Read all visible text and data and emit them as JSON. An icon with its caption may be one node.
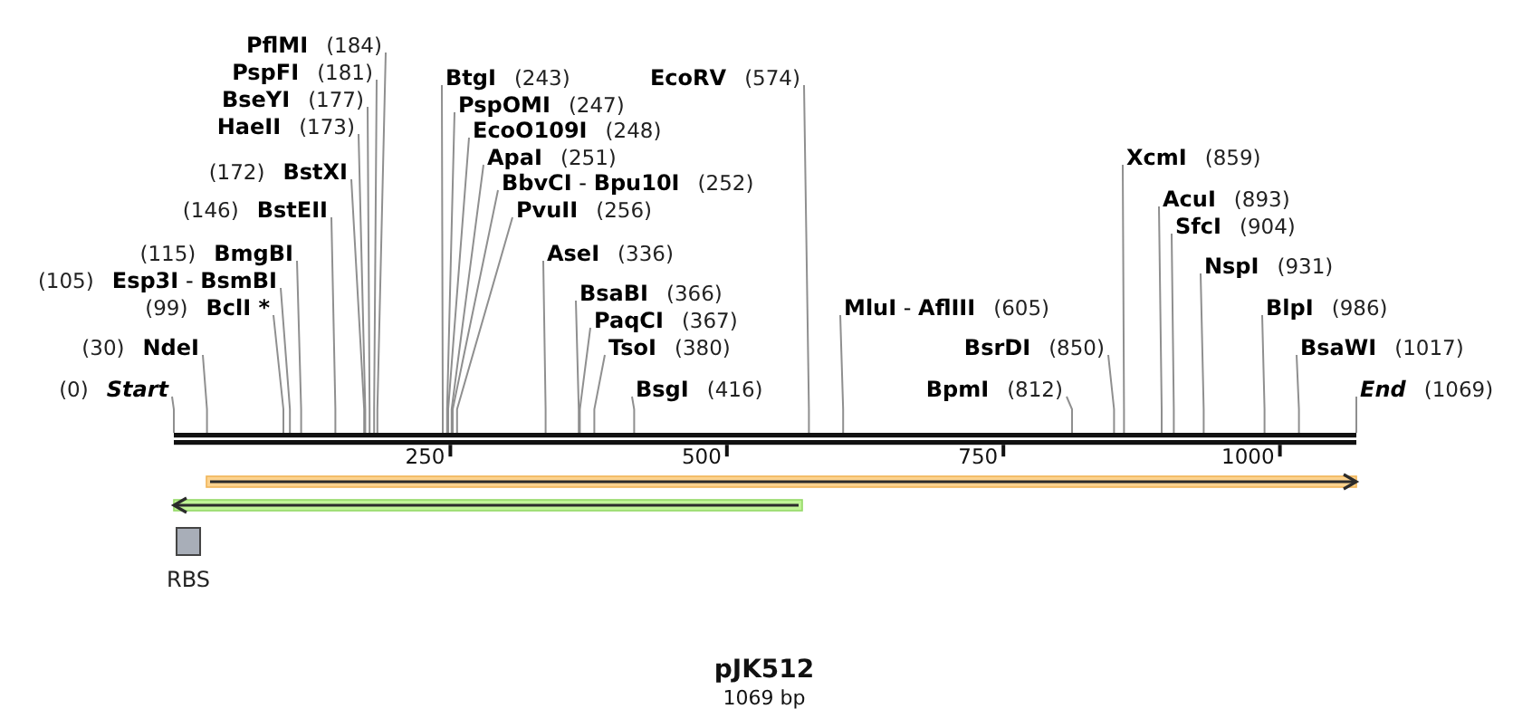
{
  "diagram": {
    "title": "pJK512",
    "caption": "1069 bp",
    "nodes": [
      {
        "text": [
          "(0)",
          "Start"
        ]
      },
      {
        "text": [
          "(30)",
          "NdeI"
        ]
      },
      {
        "text": [
          "(99)",
          "BclI *"
        ]
      },
      {
        "text": [
          "(105)",
          "**Esp3I** - **BsmBI**"
        ]
      },
      {
        "text": [
          "(115)",
          "BmgBI"
        ]
      },
      {
        "text": [
          "(146)",
          "BstEII"
        ]
      },
      {
        "text": [
          "(172)",
          "BstXI"
        ]
      },
      {
        "text": [
          "HaeII",
          "(173)"
        ]
      },
      {
        "text": [
          "BseYI",
          "(177)"
        ]
      },
      {
        "text": [
          "PspFI",
          "(181)"
        ]
      },
      {
        "text": [
          "PflMI",
          "(184)"
        ]
      },
      {
        "text": [
          "BtgI",
          "(243)"
        ]
      },
      {
        "text": [
          "PspOMI",
          "(247)"
        ]
      },
      {
        "text": [
          "EcoO109I",
          "(248)"
        ]
      },
      {
        "text": [
          "ApaI",
          "(251)"
        ]
      },
      {
        "text": [
          "**BbvCI** - **Bpu10I**",
          "(252)"
        ]
      },
      {
        "text": [
          "PvuII",
          "(256)"
        ]
      },
      {
        "text": [
          "AseI",
          "(336)"
        ]
      },
      {
        "text": [
          "BsaBI",
          "(366)"
        ]
      },
      {
        "text": [
          "PaqCI",
          "(367)"
        ]
      },
      {
        "text": [
          "TsoI",
          "(380)"
        ]
      },
      {
        "text": [
          "BsgI",
          "(416)"
        ]
      },
      {
        "text": [
          "EcoRV",
          "(574)"
        ]
      },
      {
        "text": [
          "**MluI** - **AflIII**",
          "(605)"
        ]
      },
      {
        "text": [
          "BpmI",
          "(812)"
        ]
      },
      {
        "text": [
          "BsrDI",
          "(850)"
        ]
      },
      {
        "text": [
          "XcmI",
          "(859)"
        ]
      },
      {
        "text": [
          "AcuI",
          "(893)"
        ]
      },
      {
        "text": [
          "SfcI",
          "(904)"
        ]
      },
      {
        "text": [
          "NspI",
          "(931)"
        ]
      },
      {
        "text": [
          "BlpI",
          "(986)"
        ]
      },
      {
        "text": [
          "BsaWI",
          "(1017)"
        ]
      },
      {
        "text": [
          "End",
          "(1069)"
        ]
      },
      {
        "text": [],
        "shape": "bar"
      },
      {
        "text": [],
        "shape": "arrow"
      },
      {
        "text": [],
        "shape": "arrow"
      },
      {
        "text": [
          "RBS"
        ]
      }
    ],
    "edges": [
      {
        "from": 0,
        "to": 33,
        "arrow": "none"
      },
      {
        "from": 1,
        "to": 33,
        "arrow": "none"
      },
      {
        "from": 2,
        "to": 33,
        "arrow": "none"
      },
      {
        "from": 3,
        "to": 33,
        "arrow": "none"
      },
      {
        "from": 4,
        "to": 33,
        "arrow": "none"
      },
      {
        "from": 5,
        "to": 33,
        "arrow": "none"
      },
      {
        "from": 6,
        "to": 33,
        "arrow": "none"
      },
      {
        "from": 7,
        "to": 33,
        "arrow": "none"
      },
      {
        "from": 8,
        "to": 33,
        "arrow": "none"
      },
      {
        "from": 9,
        "to": 33,
        "arrow": "none"
      },
      {
        "from": 10,
        "to": 33,
        "arrow": "none"
      },
      {
        "from": 11,
        "to": 33,
        "arrow": "none"
      },
      {
        "from": 12,
        "to": 33,
        "arrow": "none"
      },
      {
        "from": 13,
        "to": 33,
        "arrow": "none"
      },
      {
        "from": 14,
        "to": 33,
        "arrow": "none"
      },
      {
        "from": 15,
        "to": 33,
        "arrow": "none"
      },
      {
        "from": 16,
        "to": 33,
        "arrow": "none"
      },
      {
        "from": 17,
        "to": 33,
        "arrow": "none"
      },
      {
        "from": 18,
        "to": 33,
        "arrow": "none"
      },
      {
        "from": 19,
        "to": 33,
        "arrow": "none"
      },
      {
        "from": 20,
        "to": 33,
        "arrow": "none"
      },
      {
        "from": 21,
        "to": 33,
        "arrow": "none"
      },
      {
        "from": 22,
        "to": 33,
        "arrow": "none"
      },
      {
        "from": 23,
        "to": 33,
        "arrow": "none"
      },
      {
        "from": 24,
        "to": 33,
        "arrow": "none"
      },
      {
        "from": 25,
        "to": 33,
        "arrow": "none"
      },
      {
        "from": 26,
        "to": 33,
        "arrow": "none"
      },
      {
        "from": 27,
        "to": 33,
        "arrow": "none"
      },
      {
        "from": 28,
        "to": 33,
        "arrow": "none"
      },
      {
        "from": 29,
        "to": 33,
        "arrow": "none"
      },
      {
        "from": 30,
        "to": 33,
        "arrow": "none"
      },
      {
        "from": 31,
        "to": 33,
        "arrow": "none"
      },
      {
        "from": 32,
        "to": 33,
        "arrow": "none"
      }
    ],
    "labels": [
      "250",
      "500",
      "750",
      "1000"
    ]
  }
}
